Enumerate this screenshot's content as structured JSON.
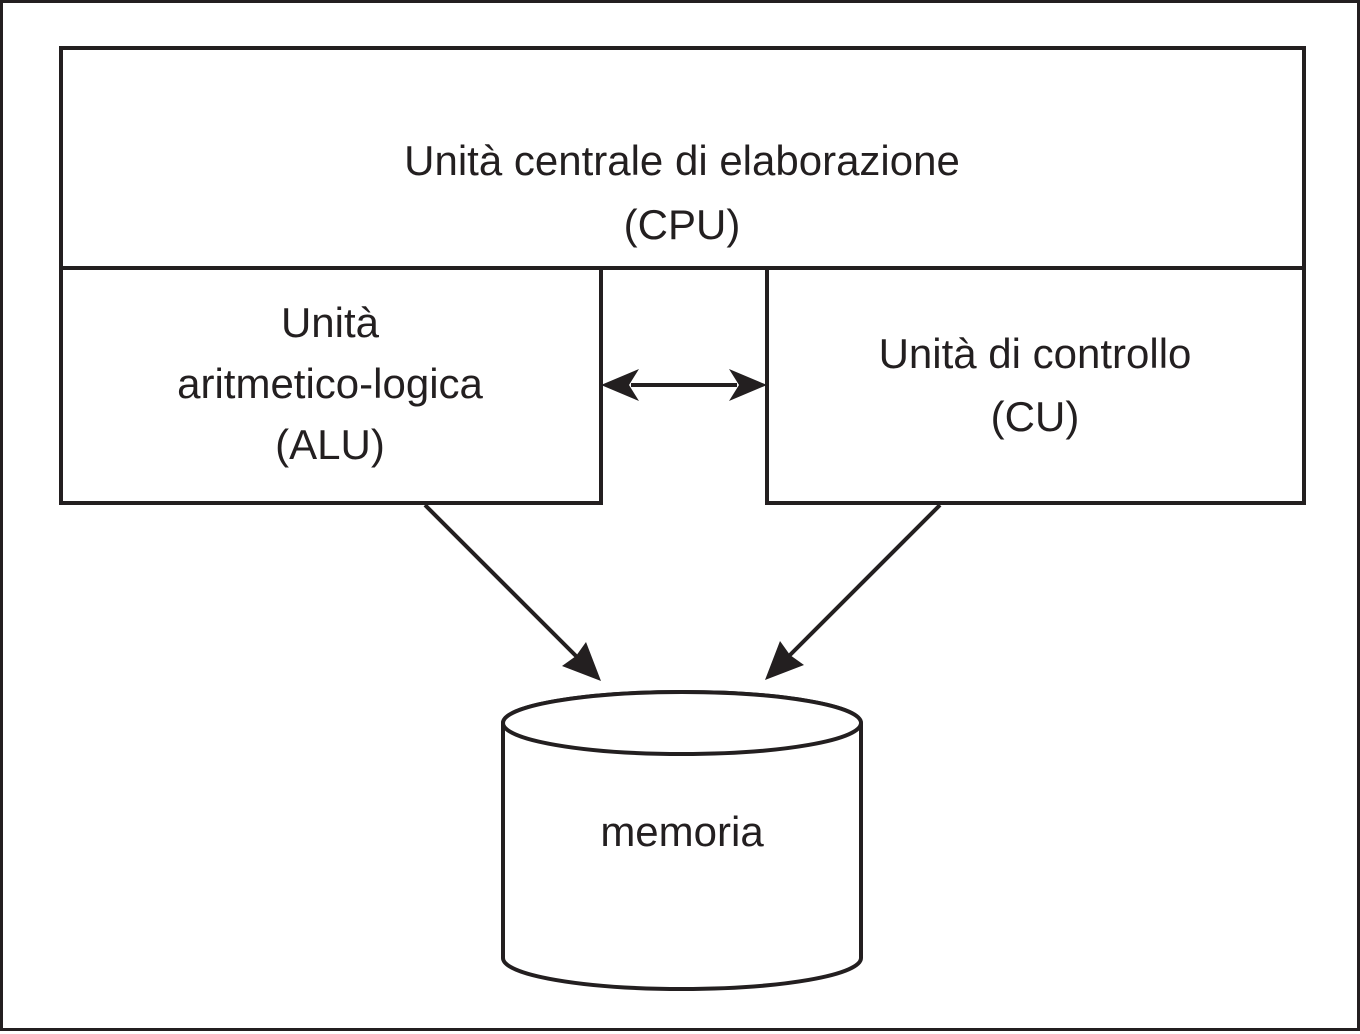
{
  "diagram": {
    "cpu": {
      "line1": "Unità centrale di elaborazione",
      "line2": "(CPU)"
    },
    "alu": {
      "line1": "Unità",
      "line2": "aritmetico-logica",
      "line3": "(ALU)"
    },
    "cu": {
      "line1": "Unità di controllo",
      "line2": "(CU)"
    },
    "memory": {
      "label": "memoria"
    },
    "colors": {
      "stroke": "#231f20",
      "background": "#ffffff"
    }
  }
}
